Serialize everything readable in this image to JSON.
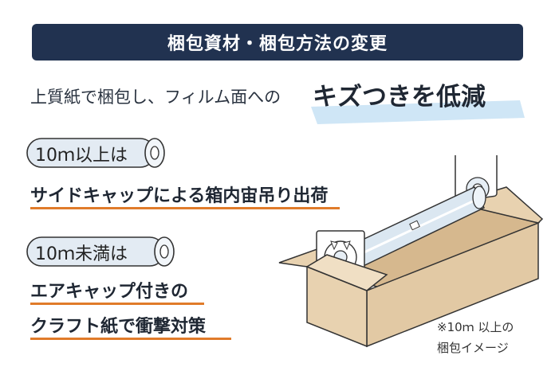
{
  "banner": {
    "title": "梱包資材・梱包方法の変更"
  },
  "headline": {
    "lead": "上質紙で梱包し、フィルム面への",
    "emphasis": "キズつきを低減",
    "highlight_color": "#cfe6f6"
  },
  "sections": [
    {
      "badge": "10ｍ以上は",
      "lines": [
        "サイドキャップによる箱内宙吊り出荷"
      ]
    },
    {
      "badge": "10ｍ未満は",
      "lines": [
        "エアキャップ付きの",
        "クラフト紙で衝撃対策"
      ]
    }
  ],
  "note": {
    "line1": "※10ｍ 以上の",
    "line2": "梱包イメージ"
  },
  "colors": {
    "banner_bg": "#213250",
    "underline": "#e07b2a",
    "cardboard": "#e2c9a4",
    "roll": "#dbe7f1"
  }
}
